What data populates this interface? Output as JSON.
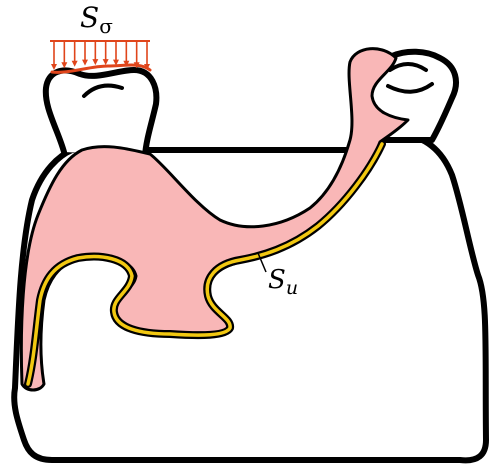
{
  "labels": {
    "traction_base": "S",
    "traction_sub": "σ",
    "displacement_base": "S",
    "displacement_sub": "u"
  },
  "colors": {
    "bone_fill": "#ffffff",
    "bone_outline": "#000000",
    "prosthesis_fill": "#f9b7b7",
    "load_arrows": "#e0451b",
    "fixed_boundary": "#f2c811"
  },
  "load_arrow_count": 10
}
